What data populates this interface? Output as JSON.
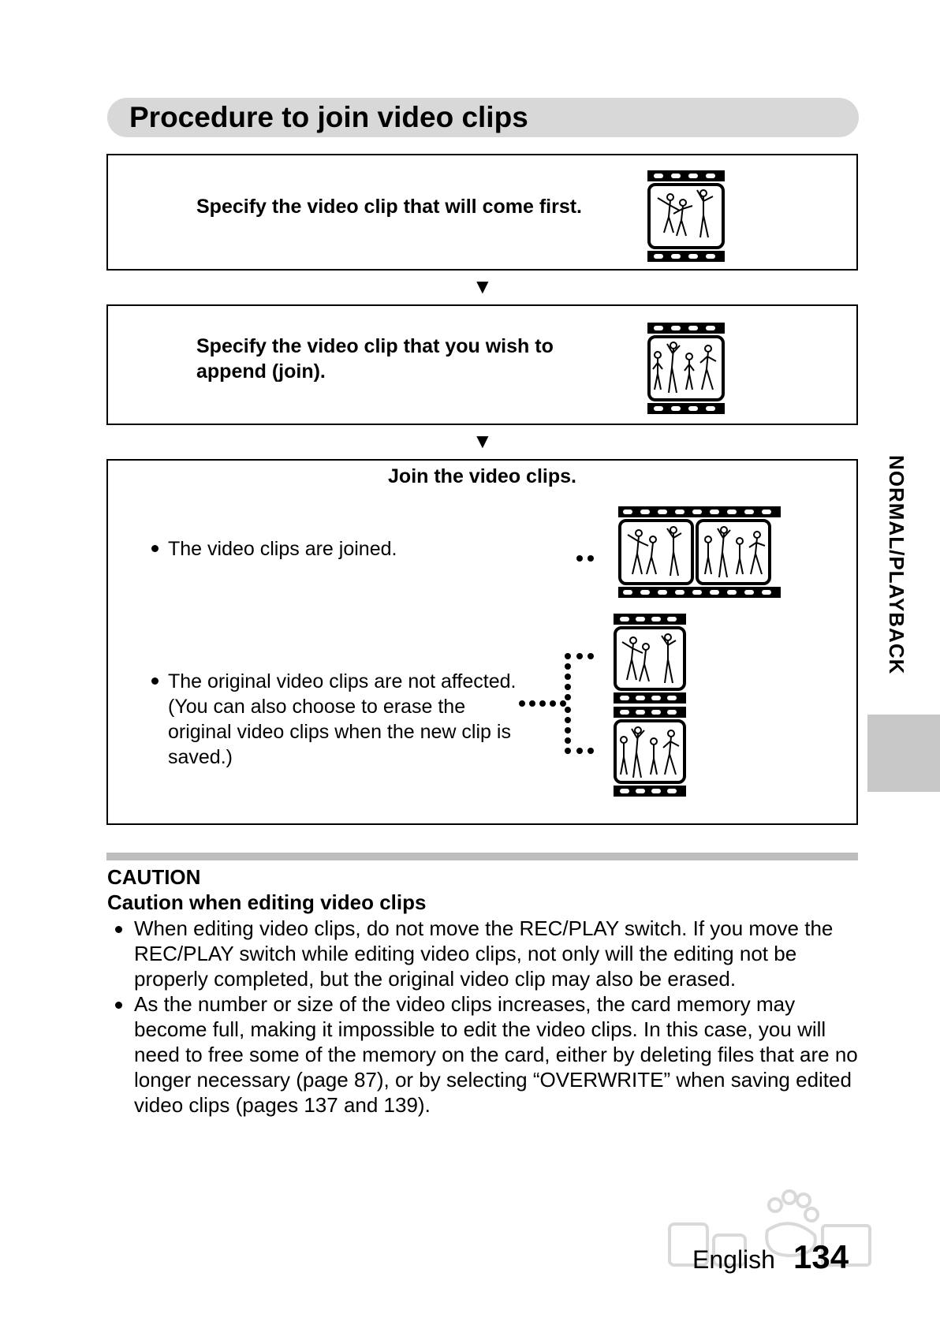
{
  "title": "Procedure to join video clips",
  "steps": [
    {
      "text": "Specify the video clip that will come first."
    },
    {
      "text_lines": [
        "Specify the video clip that you wish to",
        "append (join)."
      ]
    },
    {
      "heading": "Join the video clips.",
      "bullet1": "The video clips are joined.",
      "bullet2_lines": [
        "The original video clips are not affected.",
        "(You can also choose to erase the",
        "original video clips when the new clip is",
        "saved.)"
      ]
    }
  ],
  "arrow_glyph": "▼",
  "side_tab_label": "NORMAL/PLAYBACK",
  "caution": {
    "heading": "CAUTION",
    "subheading": "Caution when editing video clips",
    "items": [
      "When editing video clips, do not move the REC/PLAY switch. If you move the REC/PLAY switch while editing video clips, not only will the editing not be properly completed, but the original video clip may also be erased.",
      "As the number or size of the video clips increases, the card memory may become full, making it impossible to edit the video clips. In this case, you will need to free some of the memory on the card, either by deleting files that are no longer necessary (page 87), or by selecting “OVERWRITE” when saving edited video clips (pages 137 and 139)."
    ]
  },
  "footer": {
    "language": "English",
    "page_number": "134"
  },
  "icons": {
    "film_clip": "film-strip-icon",
    "connector": "dotted-connector-icon"
  },
  "colors": {
    "title_bar": "#d8d8d8",
    "side_tab": "#c8c8c8",
    "rule": "#bdbdbd"
  }
}
